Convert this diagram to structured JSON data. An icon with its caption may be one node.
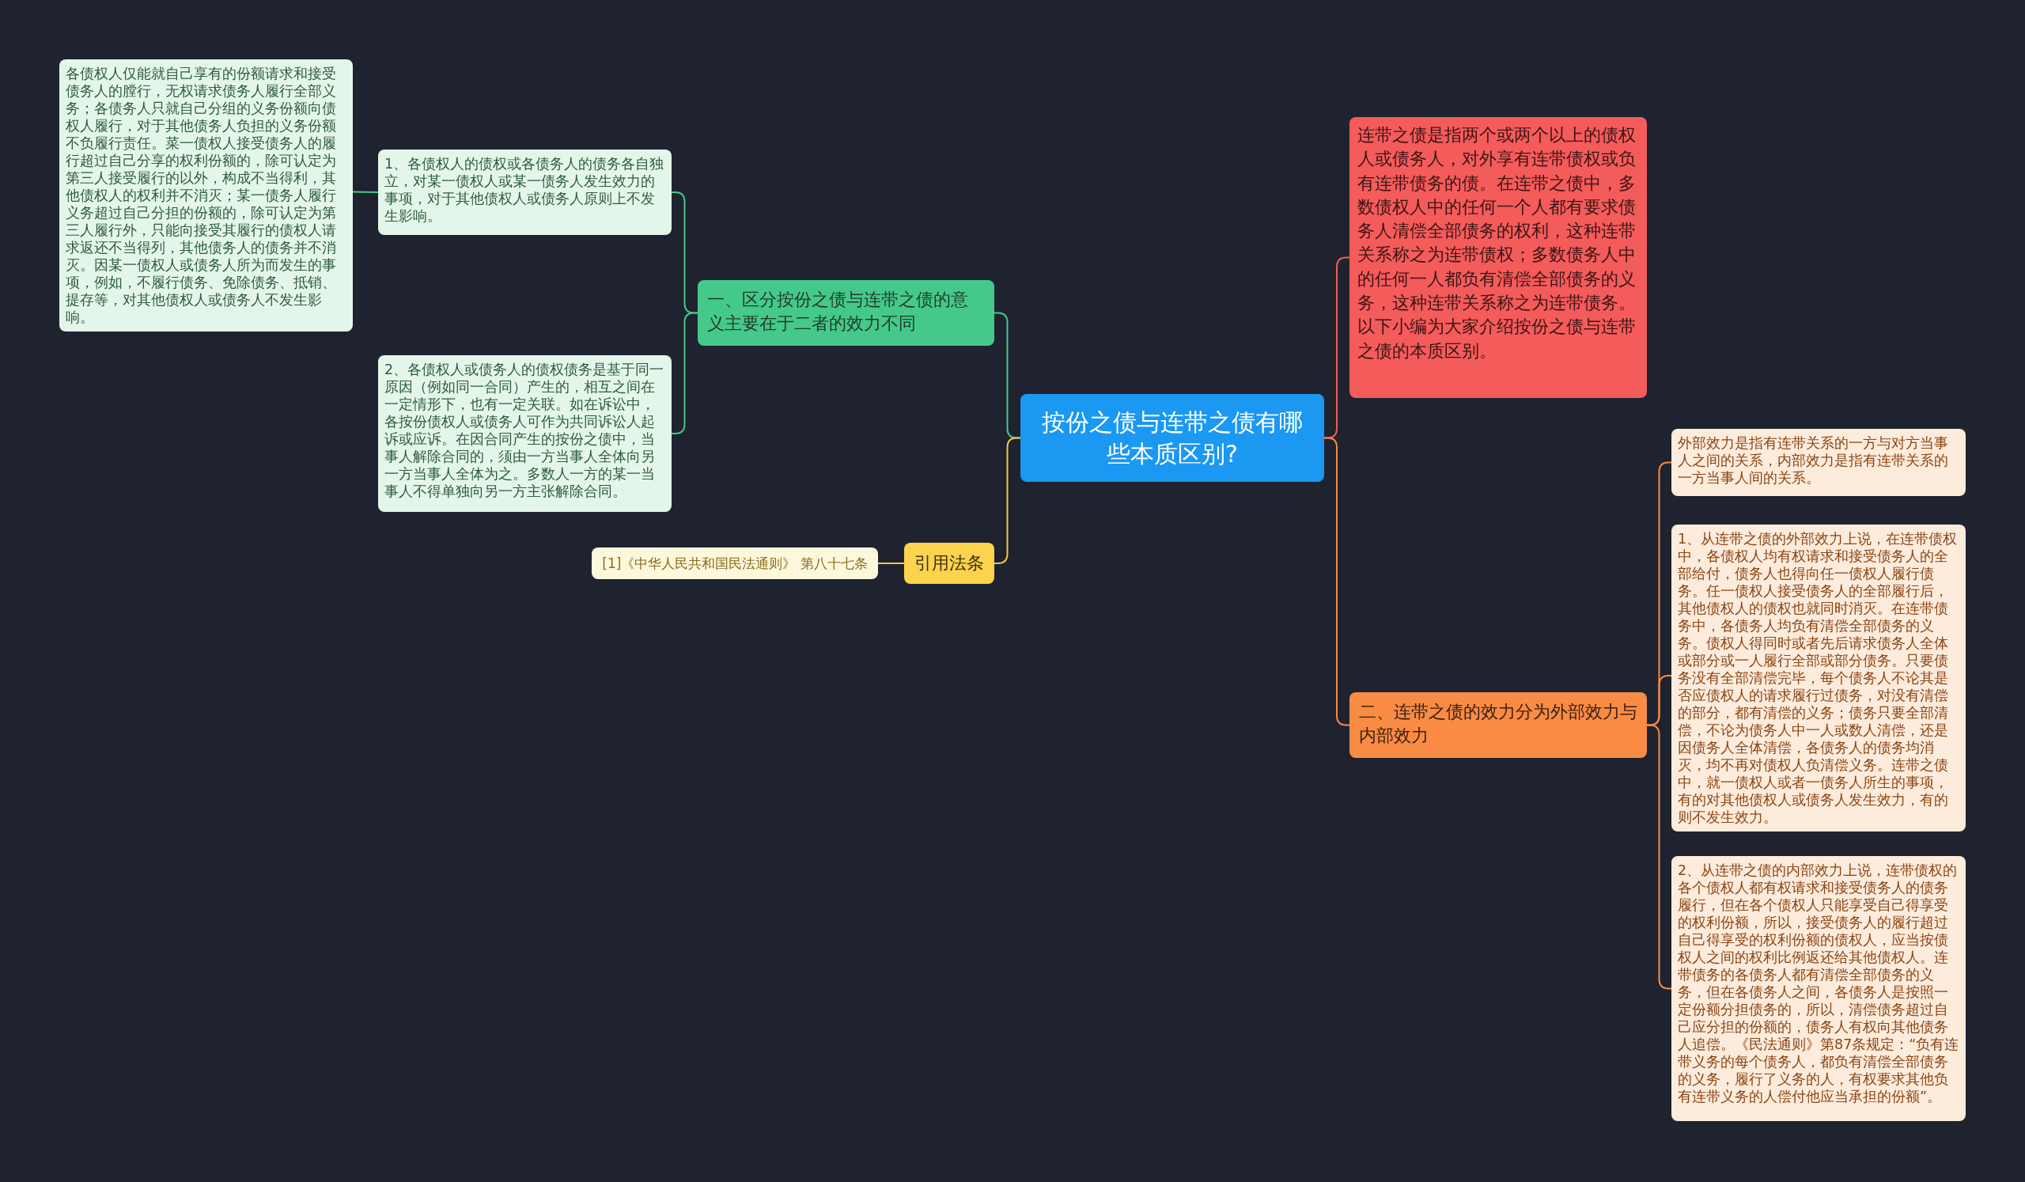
{
  "diagram": {
    "nodes": [
      {
        "text": [
          "按份之债与连带之债有哪些本质区别?"
        ]
      },
      {
        "text": [
          "一、区分按份之债与连带之债的意义主要在于二者的效力不同"
        ]
      },
      {
        "text": [
          "1、各债权人的债权或各债务人的债务各自独立，对某一债权人或某一债务人发生效力的事项，对于其他债权人或债务人原则上不发生影响。"
        ]
      },
      {
        "text": [
          "各债权人仅能就自己享有的份额请求和接受债务人的膛行，无权请求债务人履行全部义务；各债务人只就自己分组的义务份额向债权人履行，对于其他债务人负担的义务份额不负履行责任。菜一债权人接受债务人的履行超过自己分享的权利份额的，除可认定为第三人接受履行的以外，构成不当得利，其他债权人的权利并不消灭；某一债务人履行义务超过自己分担的份额的，除可认定为第三人履行外，只能向接受其履行的债权人请求返还不当得列，其他债务人的债务并不消灭。因某一债权人或债务人所为而发生的事项，例如，不履行债务、免除债务、抵销、提存等，对其他债权人或债务人不发生影响。"
        ]
      },
      {
        "text": [
          "2、各债权人或债务人的债权债务是基于同一原因（例如同一合同）产生的，相互之间在一定情形下，也有一定关联。如在诉讼中，各按份债权人或债务人可作为共同诉讼人起诉或应诉。在因合同产生的按份之债中，当事人解除合同的，须由一方当事人全体向另一方当事人全体为之。多数人一方的某一当事人不得单独向另一方主张解除合同。"
        ]
      },
      {
        "text": [
          "引用法条"
        ]
      },
      {
        "text": [
          "[1]《中华人民共和国民法通则》 第八十七条"
        ]
      },
      {
        "text": [
          "连带之债是指两个或两个以上的债权人或债务人，对外享有连带债权或负有连带债务的债。在连带之债中，多数债权人中的任何一个人都有要求债务人清偿全部债务的权利，这种连带关系称之为连带债权；多数债务人中的任何一人都负有清偿全部债务的义务，这种连带关系称之为连带债务。以下小编为大家介绍按份之债与连带之债的本质区别。"
        ]
      },
      {
        "text": [
          "二、连带之债的效力分为外部效力与内部效力"
        ]
      },
      {
        "text": [
          "外部效力是指有连带关系的一方与对方当事人之间的关系，内部效力是指有连带关系的一方当事人间的关系。"
        ]
      },
      {
        "text": [
          "1、从连带之债的外部效力上说，在连带债权中，各债权人均有权请求和接受债务人的全部给付，债务人也得向任一债权人履行债务。任一债权人接受债务人的全部履行后，其他债权人的债权也就同时消灭。在连带债务中，各债务人均负有清偿全部债务的义务。债权人得同时或者先后请求债务人全体或部分或一人履行全部或部分债务。只要债务没有全部清偿完毕，每个债务人不论其是否应债权人的请求履行过债务，对没有清偿的部分，都有清偿的义务；债务只要全部清偿，不论为债务人中一人或数人清偿，还是因债务人全体清偿，各债务人的债务均消灭，均不再对债权人负清偿义务。连带之债中，就一债权人或者一债务人所生的事项，有的对其他债权人或债务人发生效力，有的则不发生效力。"
        ]
      },
      {
        "text": [
          "2、从连带之债的内部效力上说，连带债权的各个债权人都有权请求和接受债务人的债务履行，但在各个债权人只能享受自己得享受的权利份额，所以，接受债务人的履行超过自己得享受的权利份额的债权人，应当按债权人之间的权利比例返还给其他债权人。连带债务的各债务人都有清偿全部债务的义务，但在各债务人之间，各债务人是按照一定份额分担债务的，所以，清偿债务超过自己应分担的份额的，债务人有权向其他债务人追偿。《民法通则》第87条规定：“负有连带义务的每个债务人，都负有清偿全部债务的义务，履行了义务的人，有权要求其他负有连带义务的人偿付他应当承担的份额”。"
        ]
      }
    ],
    "edges": [
      {
        "from": 0,
        "to": 1,
        "arrow": "none",
        "color": "#45c98a"
      },
      {
        "from": 1,
        "to": 2,
        "arrow": "none",
        "color": "#45c98a"
      },
      {
        "from": 2,
        "to": 3,
        "arrow": "none",
        "color": "#45c98a"
      },
      {
        "from": 1,
        "to": 4,
        "arrow": "none",
        "color": "#45c98a"
      },
      {
        "from": 0,
        "to": 5,
        "arrow": "none",
        "color": "#f5c842"
      },
      {
        "from": 5,
        "to": 6,
        "arrow": "none",
        "color": "#f5c842"
      },
      {
        "from": 0,
        "to": 7,
        "arrow": "none",
        "color": "#f45b5b"
      },
      {
        "from": 0,
        "to": 8,
        "arrow": "none",
        "color": "#f98b45"
      },
      {
        "from": 8,
        "to": 9,
        "arrow": "none",
        "color": "#f98b45"
      },
      {
        "from": 8,
        "to": 10,
        "arrow": "none",
        "color": "#f98b45"
      },
      {
        "from": 8,
        "to": 11,
        "arrow": "none",
        "color": "#f98b45"
      }
    ]
  }
}
